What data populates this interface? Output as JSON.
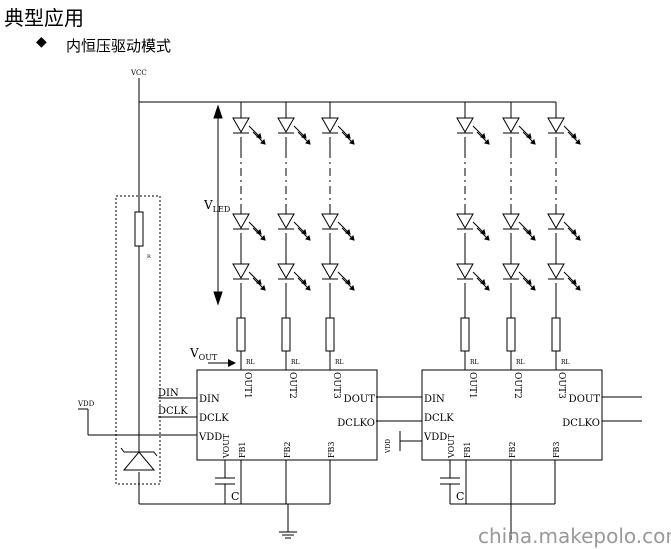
{
  "header": {
    "title": "典型应用",
    "bullet": "◆",
    "subtitle": "内恒压驱动模式"
  },
  "labels": {
    "vcc": "VCC",
    "vdd_left": "VDD",
    "vled_main": "V",
    "vled_sub": "LED",
    "vout_main": "V",
    "vout_sub": "OUT",
    "r_small": "R",
    "rl": "RL",
    "cap": "C",
    "vdd_mid": "VDD"
  },
  "chip": {
    "left_pins": [
      "DIN",
      "DCLK",
      "VDD"
    ],
    "right_pins": [
      "DOUT",
      "DCLKO"
    ],
    "top_pins": [
      "OUT1",
      "OUT2",
      "OUT3"
    ],
    "bottom_pins": [
      "VOUT",
      "FB1",
      "FB2",
      "FB3"
    ]
  },
  "chip_inputs": [
    "DIN",
    "DCLK"
  ],
  "colors": {
    "line": "#000000",
    "watermark": "#999999"
  },
  "watermark": "china.makepolo.com"
}
